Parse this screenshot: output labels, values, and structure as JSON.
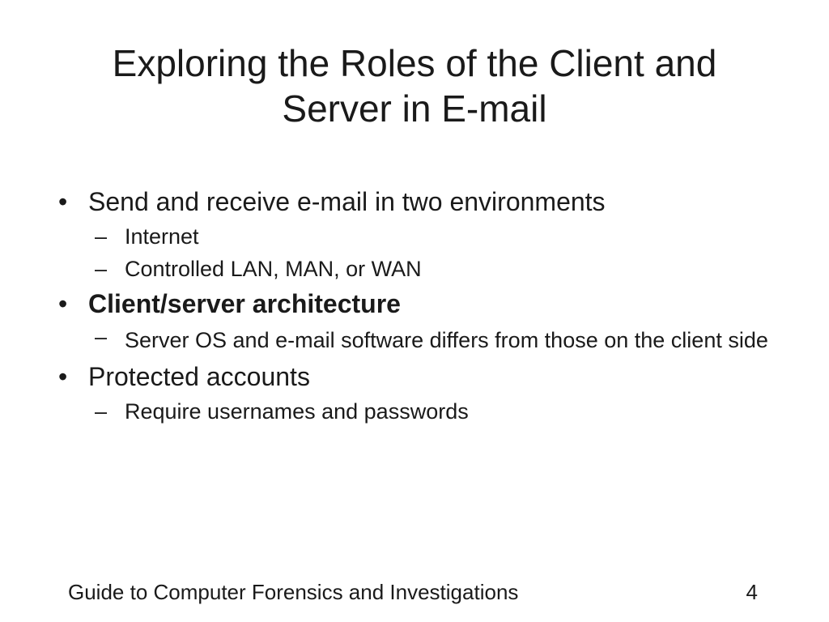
{
  "slide": {
    "title_lines": [
      "Exploring the Roles of the Client and",
      "Server in E-mail"
    ],
    "bullets": [
      {
        "text": "Send and receive e-mail in two environments",
        "sub": [
          "Internet",
          "Controlled LAN, MAN, or WAN"
        ]
      },
      {
        "text": "Client/server architecture",
        "sub": [
          "Server OS and e-mail software differs from those on the client side"
        ]
      },
      {
        "text": "Protected accounts",
        "sub": [
          "Require usernames and passwords"
        ]
      }
    ],
    "bullet_glyph": "•",
    "dash_glyph": "–"
  },
  "footer": {
    "left": "Guide to Computer Forensics and Investigations",
    "page_number": "4"
  }
}
